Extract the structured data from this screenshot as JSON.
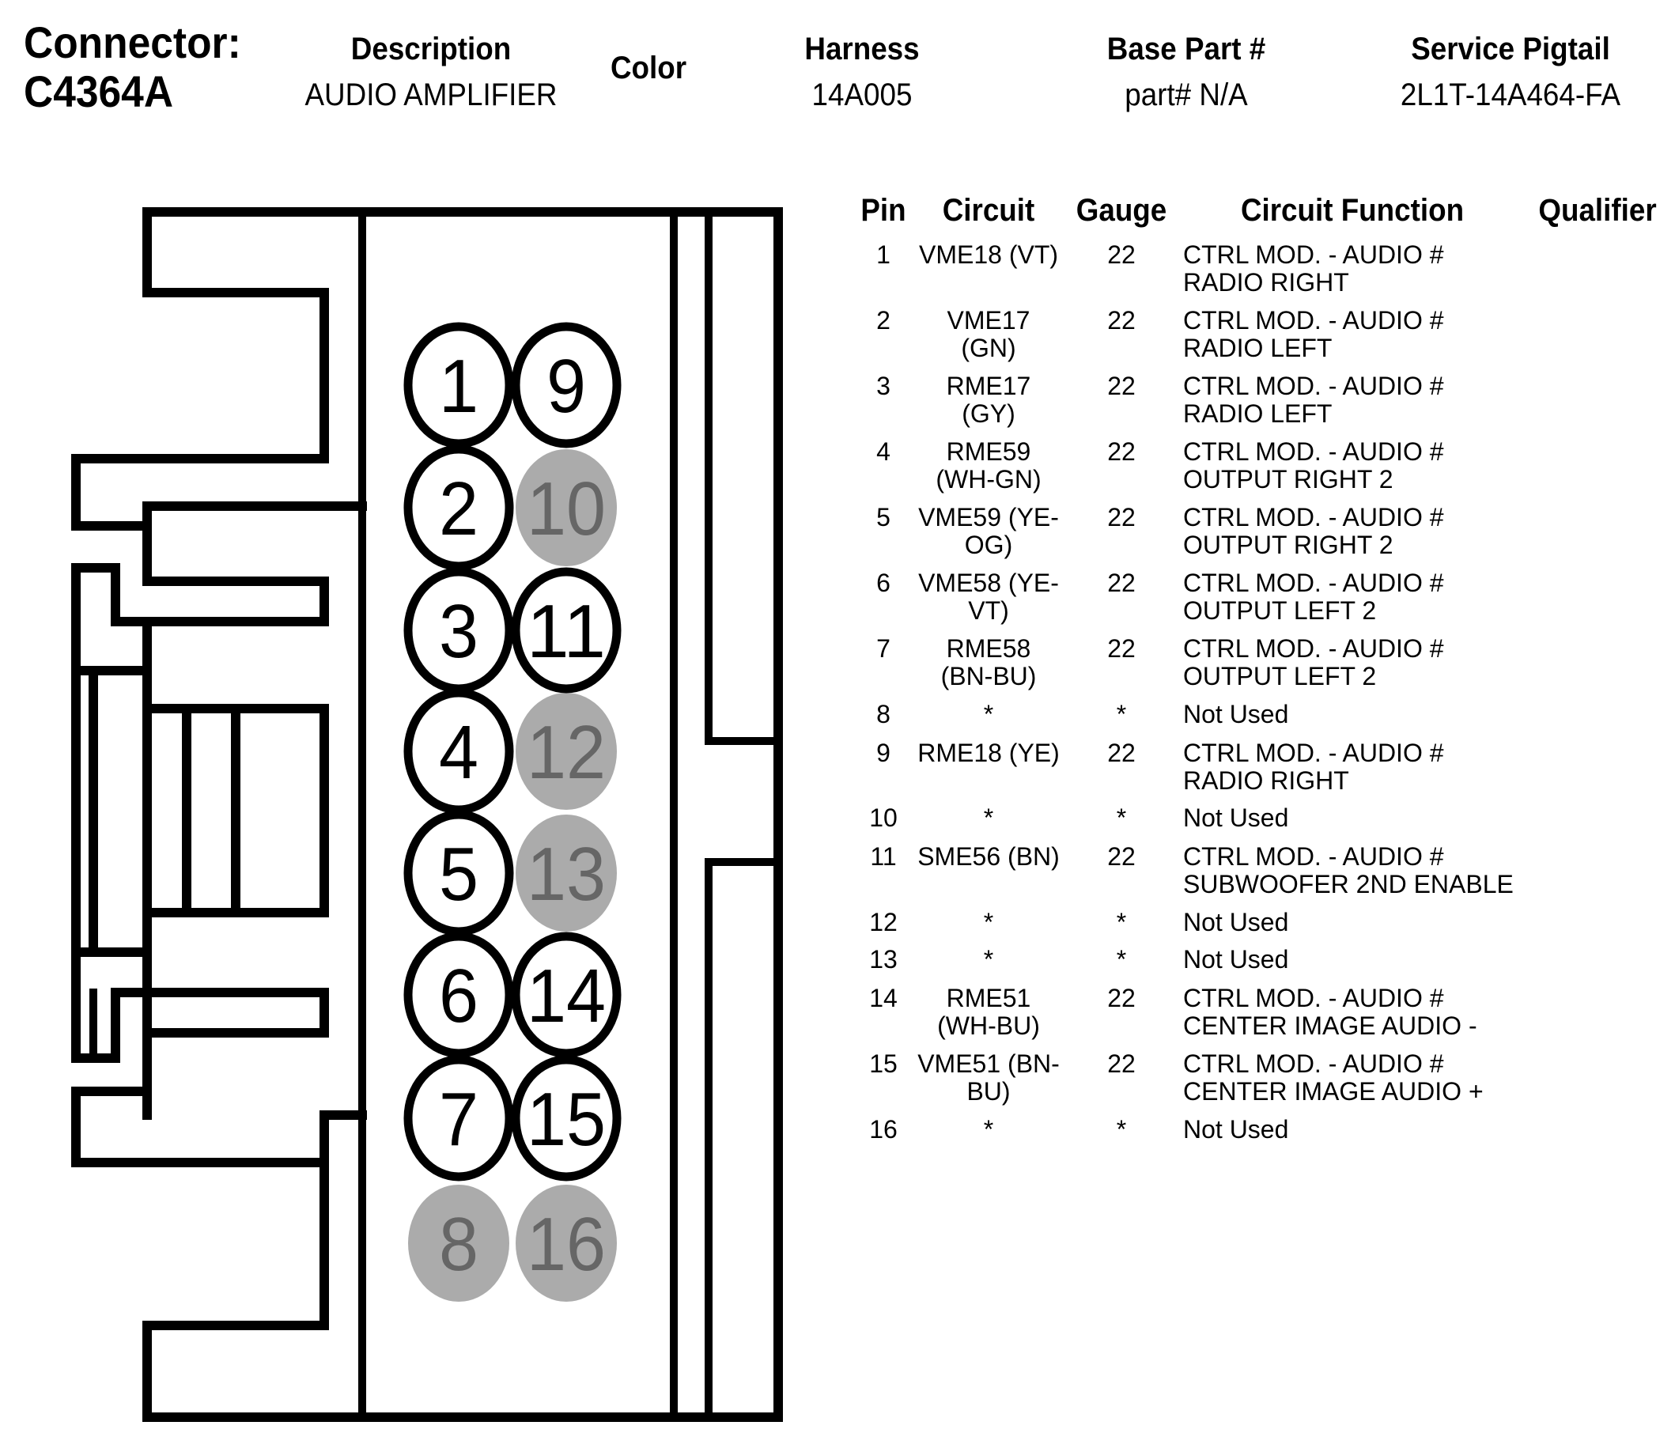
{
  "header": {
    "connector_label": "Connector:",
    "connector_id": "C4364A",
    "description_label": "Description",
    "description_value": "AUDIO AMPLIFIER",
    "color_label": "Color",
    "harness_label": "Harness",
    "harness_value": "14A005",
    "base_part_label": "Base Part #",
    "base_part_value": "part# N/A",
    "service_pigtail_label": "Service Pigtail",
    "service_pigtail_value": "2L1T-14A464-FA"
  },
  "colors": {
    "line": "#000000",
    "unused_pin_fill": "#ababab",
    "unused_pin_text": "#666666",
    "used_pin_fill": "#ffffff"
  },
  "connector_face": {
    "pins": [
      {
        "number": "1",
        "used": true
      },
      {
        "number": "2",
        "used": true
      },
      {
        "number": "3",
        "used": true
      },
      {
        "number": "4",
        "used": true
      },
      {
        "number": "5",
        "used": true
      },
      {
        "number": "6",
        "used": true
      },
      {
        "number": "7",
        "used": true
      },
      {
        "number": "8",
        "used": false
      },
      {
        "number": "9",
        "used": true
      },
      {
        "number": "10",
        "used": false
      },
      {
        "number": "11",
        "used": true
      },
      {
        "number": "12",
        "used": false
      },
      {
        "number": "13",
        "used": false
      },
      {
        "number": "14",
        "used": true
      },
      {
        "number": "15",
        "used": true
      },
      {
        "number": "16",
        "used": false
      }
    ]
  },
  "table": {
    "columns": [
      "Pin",
      "Circuit",
      "Gauge",
      "Circuit Function",
      "Qualifier"
    ],
    "rows": [
      {
        "pin": "1",
        "circuit": "VME18 (VT)",
        "gauge": "22",
        "function": "CTRL MOD. - AUDIO # RADIO RIGHT",
        "qualifier": ""
      },
      {
        "pin": "2",
        "circuit": "VME17 (GN)",
        "gauge": "22",
        "function": "CTRL MOD. - AUDIO # RADIO LEFT",
        "qualifier": ""
      },
      {
        "pin": "3",
        "circuit": "RME17 (GY)",
        "gauge": "22",
        "function": "CTRL MOD. - AUDIO # RADIO LEFT",
        "qualifier": ""
      },
      {
        "pin": "4",
        "circuit": "RME59 (WH-GN)",
        "gauge": "22",
        "function": "CTRL MOD. - AUDIO # OUTPUT RIGHT 2",
        "qualifier": ""
      },
      {
        "pin": "5",
        "circuit": "VME59 (YE-OG)",
        "gauge": "22",
        "function": "CTRL MOD. - AUDIO # OUTPUT RIGHT 2",
        "qualifier": ""
      },
      {
        "pin": "6",
        "circuit": "VME58 (YE-VT)",
        "gauge": "22",
        "function": "CTRL MOD. - AUDIO # OUTPUT LEFT 2",
        "qualifier": ""
      },
      {
        "pin": "7",
        "circuit": "RME58 (BN-BU)",
        "gauge": "22",
        "function": "CTRL MOD. - AUDIO # OUTPUT LEFT 2",
        "qualifier": ""
      },
      {
        "pin": "8",
        "circuit": "*",
        "gauge": "*",
        "function": "Not Used",
        "qualifier": ""
      },
      {
        "pin": "9",
        "circuit": "RME18 (YE)",
        "gauge": "22",
        "function": "CTRL MOD. - AUDIO # RADIO RIGHT",
        "qualifier": ""
      },
      {
        "pin": "10",
        "circuit": "*",
        "gauge": "*",
        "function": "Not Used",
        "qualifier": ""
      },
      {
        "pin": "11",
        "circuit": "SME56 (BN)",
        "gauge": "22",
        "function": "CTRL MOD. - AUDIO # SUBWOOFER 2ND ENABLE",
        "qualifier": ""
      },
      {
        "pin": "12",
        "circuit": "*",
        "gauge": "*",
        "function": "Not Used",
        "qualifier": ""
      },
      {
        "pin": "13",
        "circuit": "*",
        "gauge": "*",
        "function": "Not Used",
        "qualifier": ""
      },
      {
        "pin": "14",
        "circuit": "RME51 (WH-BU)",
        "gauge": "22",
        "function": "CTRL MOD. - AUDIO # CENTER IMAGE AUDIO -",
        "qualifier": ""
      },
      {
        "pin": "15",
        "circuit": "VME51 (BN-BU)",
        "gauge": "22",
        "function": "CTRL MOD. - AUDIO # CENTER IMAGE AUDIO +",
        "qualifier": ""
      },
      {
        "pin": "16",
        "circuit": "*",
        "gauge": "*",
        "function": "Not Used",
        "qualifier": ""
      }
    ]
  }
}
